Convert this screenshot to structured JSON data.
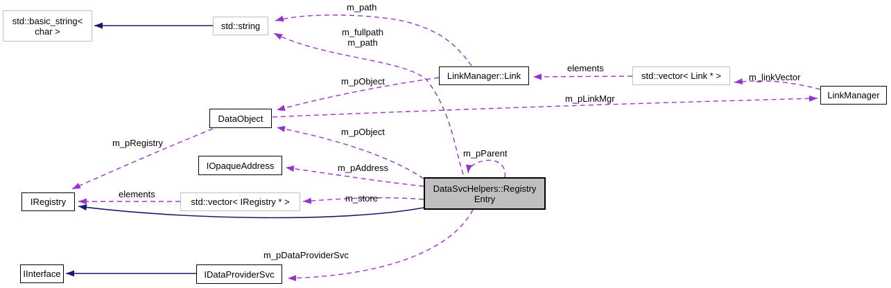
{
  "colors": {
    "inheritance_edge": "#191970",
    "usage_edge": "#9a32cd",
    "node_border": "#000000",
    "external_node_border": "#bfbfbf",
    "node_fill": "#ffffff",
    "highlight_fill": "#bfbfbf"
  },
  "nodes": {
    "basic_string": {
      "label": "std::basic_string< char >",
      "lines": [
        "std::basic_string<",
        "char >"
      ]
    },
    "std_string": {
      "label": "std::string",
      "lines": [
        "std::string"
      ]
    },
    "link": {
      "label": "LinkManager::Link",
      "lines": [
        "LinkManager::Link"
      ]
    },
    "vector_link": {
      "label": "std::vector< Link * >",
      "lines": [
        "std::vector< Link * >"
      ]
    },
    "link_manager": {
      "label": "LinkManager",
      "lines": [
        "LinkManager"
      ]
    },
    "data_object": {
      "label": "DataObject",
      "lines": [
        "DataObject"
      ]
    },
    "iopaque_address": {
      "label": "IOpaqueAddress",
      "lines": [
        "IOpaqueAddress"
      ]
    },
    "iregistry": {
      "label": "IRegistry",
      "lines": [
        "IRegistry"
      ]
    },
    "vector_iregistry": {
      "label": "std::vector< IRegistry * >",
      "lines": [
        "std::vector< IRegistry * >"
      ]
    },
    "registry_entry": {
      "label": "DataSvcHelpers::RegistryEntry",
      "lines": [
        "DataSvcHelpers::Registry",
        "Entry"
      ]
    },
    "iinterface": {
      "label": "IInterface",
      "lines": [
        "IInterface"
      ]
    },
    "idataprovidersvc": {
      "label": "IDataProviderSvc",
      "lines": [
        "IDataProviderSvc"
      ]
    }
  },
  "edge_labels": {
    "m_path_link": "m_path",
    "m_fullpath_registry": {
      "line1": "m_fullpath",
      "line2": "m_path"
    },
    "m_pobject_link": "m_pObject",
    "elements_link": "elements",
    "m_linkvector": "m_linkVector",
    "m_plinkmgr": "m_pLinkMgr",
    "m_pregistry": "m_pRegistry",
    "m_pobject_registry": "m_pObject",
    "m_pparent": "m_pParent",
    "m_paddress": "m_pAddress",
    "m_store": "m_store",
    "elements_registry": "elements",
    "m_pdataprovidersvc": "m_pDataProviderSvc"
  }
}
